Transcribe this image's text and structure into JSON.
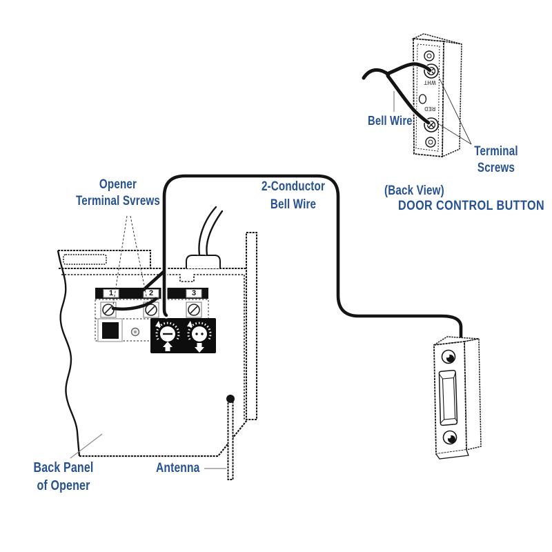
{
  "colors": {
    "label_blue": "#255091",
    "line_black": "#141414"
  },
  "labels": {
    "opener_terminal_screws": {
      "line1": "Opener",
      "line2": "Terminal Svrews"
    },
    "bell_wire_run": {
      "line1": "2-Conductor",
      "line2": "Bell Wire"
    },
    "bell_wire": "Bell Wire",
    "terminal_screws": {
      "line1": "Terminal",
      "line2": "Screws"
    },
    "back_view": "(Back View)",
    "door_control_button": "DOOR CONTROL BUTTON",
    "back_panel": {
      "line1": "Back Panel",
      "line2": "of Opener"
    },
    "antenna": "Antenna"
  },
  "opener": {
    "terminal_numbers": [
      "1",
      "2",
      "3"
    ]
  },
  "door_control": {
    "wire_markings": [
      "WHT",
      "RED"
    ]
  }
}
